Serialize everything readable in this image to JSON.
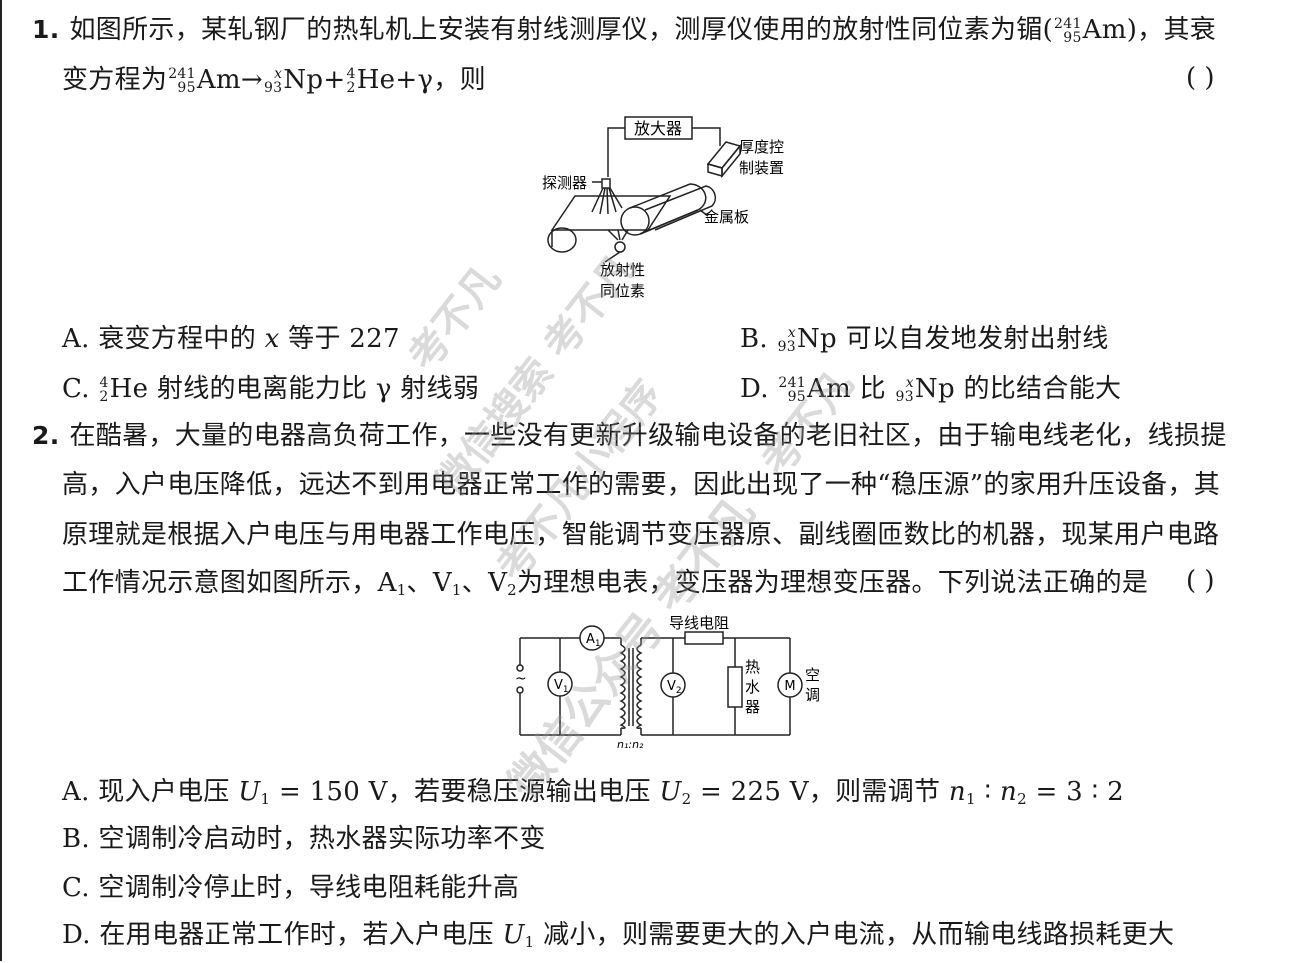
{
  "q1": {
    "num": "1.",
    "line1": "如图所示，某轧钢厂的热轧机上安装有射线测厚仪，测厚仪使用的放射性同位素为镅(",
    "line1_iso": {
      "mass": "241",
      "atomic": "95",
      "symbol": "Am"
    },
    "line1_end": ")，其衰",
    "line2_start": "变方程为",
    "line2_eq": {
      "a_mass": "241",
      "a_z": "95",
      "a_sym": "Am",
      "arrow": "→",
      "b_mass": "x",
      "b_z": "93",
      "b_sym": "Np",
      "plus1": "+",
      "c_mass": "4",
      "c_z": "2",
      "c_sym": "He",
      "plus2": "+γ",
      "end": "，则"
    },
    "paren": "(        )",
    "figure": {
      "amplifier": "放大器",
      "thickness_ctrl_1": "厚度控",
      "thickness_ctrl_2": "制装置",
      "detector": "探测器",
      "metal_plate": "金属板",
      "source_1": "放射性",
      "source_2": "同位素"
    },
    "options": {
      "A": "A. 衰变方程中的",
      "A_var": "x",
      "A_end": "等于 227",
      "B": "B.",
      "B_iso": {
        "mass": "x",
        "atomic": "93",
        "symbol": "Np"
      },
      "B_end": "可以自发地发射出射线",
      "C": "C.",
      "C_iso": {
        "mass": "4",
        "atomic": "2",
        "symbol": "He"
      },
      "C_end": "射线的电离能力比 γ 射线弱",
      "D": "D.",
      "D_iso1": {
        "mass": "241",
        "atomic": "95",
        "symbol": "Am"
      },
      "D_mid": "比",
      "D_iso2": {
        "mass": "x",
        "atomic": "93",
        "symbol": "Np"
      },
      "D_end": "的比结合能大"
    }
  },
  "q2": {
    "num": "2.",
    "line1": "在酷暑，大量的电器高负荷工作，一些没有更新升级输电设备的老旧社区，由于输电线老化，线损提",
    "line2": "高，入户电压降低，远达不到用电器正常工作的需要，因此出现了一种“稳压源”的家用升压设备，其",
    "line3": "原理就是根据入户电压与用电器工作电压，智能调节变压器原、副线圈匝数比的机器，现某用户电路",
    "line4_a": "工作情况示意图如图所示，A",
    "line4_b": "、V",
    "line4_c": "、V",
    "line4_d": "为理想电表，变压器为理想变压器。下列说法正确的是",
    "paren": "(        )",
    "sub1": "1",
    "sub2": "2",
    "figure": {
      "wire_resistance": "导线电阻",
      "ac_symbol": "~",
      "ammeter": "A",
      "voltmeter": "V",
      "ratio": "n₁:n₂",
      "heater_1": "热",
      "heater_2": "水",
      "heater_3": "器",
      "motor": "M",
      "ac_1": "空",
      "ac_2": "调"
    },
    "options": {
      "A1": "A. 现入户电压",
      "A_U1": "U",
      "A2": "= 150 V，若要稳压源输出电压",
      "A_U2": "U",
      "A3": "= 225 V，则需调节",
      "A_n1": "n",
      "A4": "∶",
      "A_n2": "n",
      "A5": "= 3 ∶ 2",
      "B": "B. 空调制冷启动时，热水器实际功率不变",
      "C": "C. 空调制冷停止时，导线电阻耗能升高",
      "D1": "D. 在用电器正常工作时，若入户电压",
      "D_U1": "U",
      "D2": "减小，则需要更大的入户电流，从而输电线路损耗更大"
    }
  },
  "watermarks": [
    "考不凡",
    "微信搜索 考不凡",
    "考不凡小程序",
    "考不凡",
    "微信公众号 考不凡"
  ]
}
